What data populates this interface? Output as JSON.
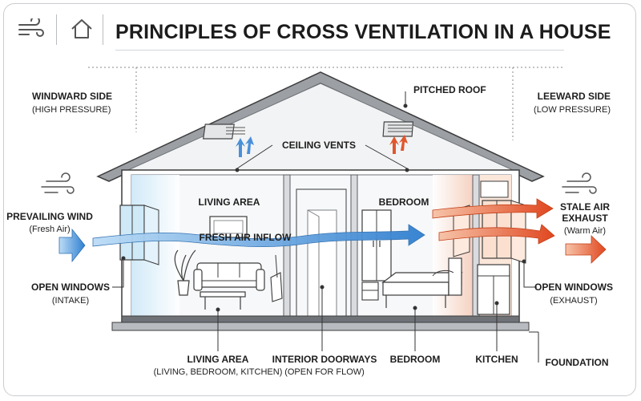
{
  "title": "PRINCIPLES OF CROSS VENTILATION IN A HOUSE",
  "icons": {
    "left": "wind-icon",
    "right": "home-icon"
  },
  "colors": {
    "fresh_air": "#4a90d9",
    "stale_air": "#e0572d",
    "outline": "#3c3c3c",
    "roof": "#8d9196",
    "window_glass": "#cfe9f7",
    "warm_wall": "#f6d4c4"
  },
  "labels": {
    "windward_title": "WINDWARD SIDE",
    "windward_sub": "(HIGH PRESSURE)",
    "leeward_title": "LEEWARD SIDE",
    "leeward_sub": "(LOW PRESSURE)",
    "pitched_roof": "PITCHED ROOF",
    "ceiling_vents": "CEILING VENTS",
    "prevailing_wind": "PREVAILING WIND",
    "prevailing_wind_sub": "(Fresh Air)",
    "stale_air_1": "STALE AIR",
    "stale_air_2": "EXHAUST",
    "stale_air_sub": "(Warm Air)",
    "living_area_room": "LIVING AREA",
    "bedroom_room": "BEDROOM",
    "fresh_air_inflow": "FRESH AIR INFLOW",
    "open_windows_left": "OPEN WINDOWS",
    "open_windows_left_sub": "(INTAKE)",
    "open_windows_right": "OPEN WINDOWS",
    "open_windows_right_sub": "(EXHAUST)",
    "living_area_bottom": "LIVING AREA",
    "living_area_bottom_sub": "(LIVING, BEDROOM, KITCHEN)",
    "interior_doorways": "INTERIOR DOORWAYS",
    "interior_doorways_sub": "(OPEN FOR FLOW)",
    "bedroom_bottom": "BEDROOM",
    "kitchen_bottom": "KITCHEN",
    "foundation": "FOUNDATION"
  }
}
